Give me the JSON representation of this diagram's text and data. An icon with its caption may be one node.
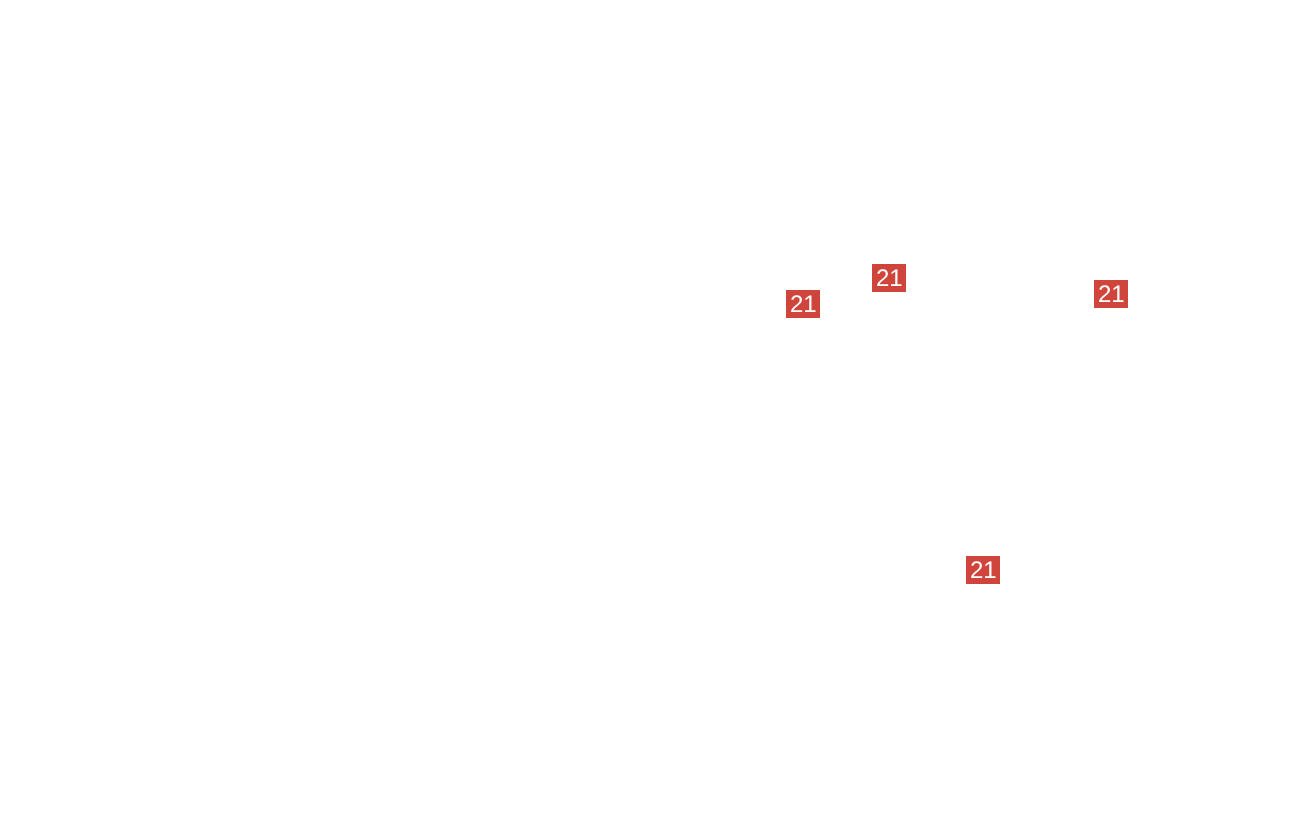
{
  "diagram": {
    "labels": [
      "21",
      "21",
      "21",
      "21"
    ]
  }
}
